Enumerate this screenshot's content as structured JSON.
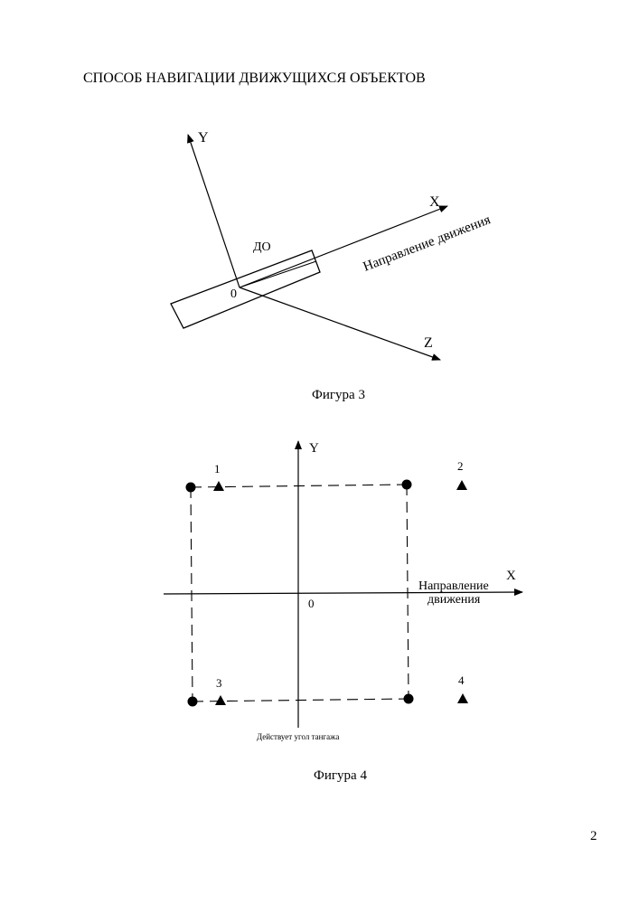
{
  "document": {
    "title": "СПОСОБ НАВИГАЦИИ ДВИЖУЩИХСЯ ОБЪЕКТОВ",
    "page_number": "2"
  },
  "figure3": {
    "caption": "Фигура 3",
    "axis_y": "Y",
    "axis_x": "X",
    "axis_z": "Z",
    "origin": "0",
    "object_label": "ДО",
    "direction_label": "Направление движения"
  },
  "figure4": {
    "caption": "Фигура 4",
    "axis_y": "Y",
    "axis_x": "X",
    "origin": "0",
    "direction_label_line1": "Направление",
    "direction_label_line2": "движения",
    "bottom_note": "Действует угол тангажа",
    "marker_labels": [
      "1",
      "2",
      "3",
      "4"
    ]
  }
}
